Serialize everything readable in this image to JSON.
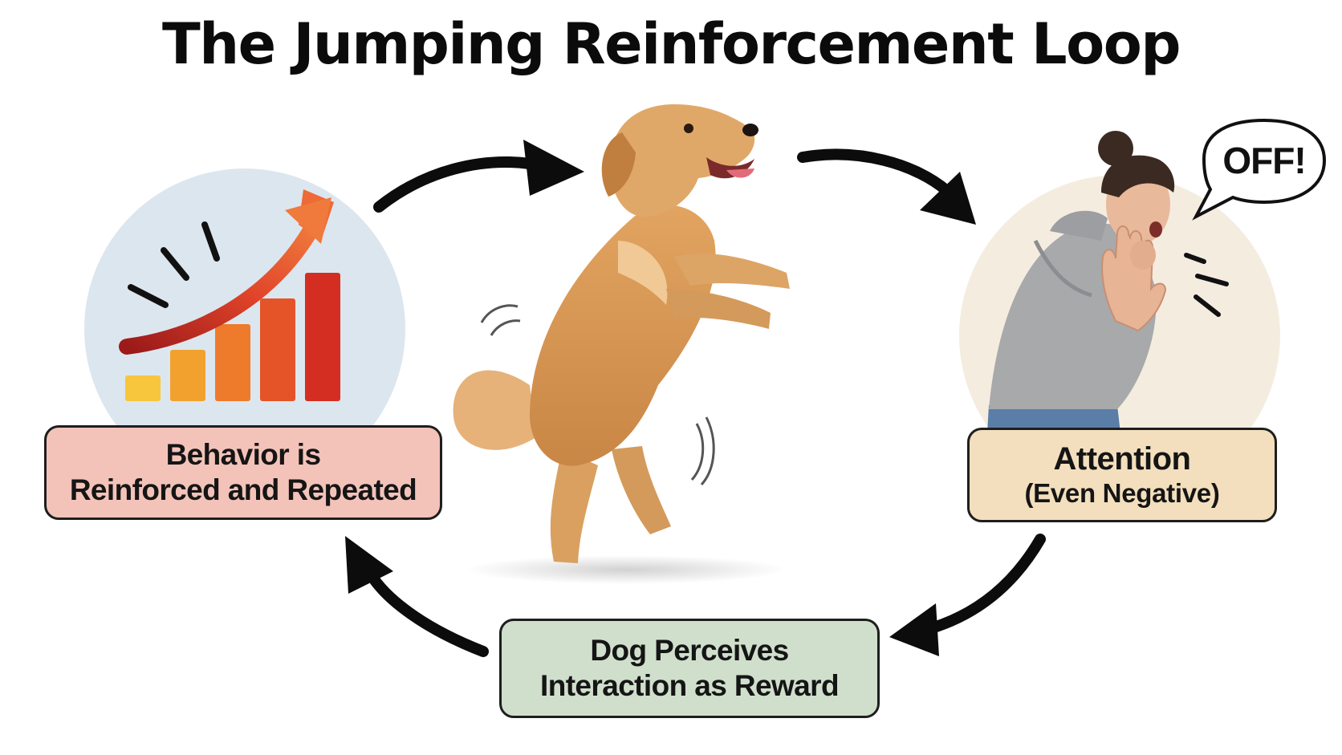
{
  "diagram": {
    "title": "The Jumping Reinforcement Loop",
    "nodes": {
      "reinforced": {
        "line1": "Behavior is",
        "line2": "Reinforced and Repeated"
      },
      "attention": {
        "line1": "Attention",
        "line2": "(Even Negative)"
      },
      "reward": {
        "line1": "Dog Perceives",
        "line2": "Interaction as Reward"
      }
    },
    "speech_bubble": "OFF!",
    "growth_chart_values": [
      1,
      2,
      3,
      4,
      5
    ],
    "icons": {
      "growth": "rising-bar-chart-icon",
      "dog": "jumping-dog-illustration",
      "person": "person-pushing-away-illustration",
      "arrow": "loop-arrow-icon"
    },
    "colors": {
      "reinforced_box": "#f3c3b9",
      "attention_box": "#f3dfbd",
      "reward_box": "#cfdfcc",
      "chart_circle": "#dce6ef",
      "person_circle": "#f5ece0",
      "arrow": "#0c0c0c"
    }
  }
}
